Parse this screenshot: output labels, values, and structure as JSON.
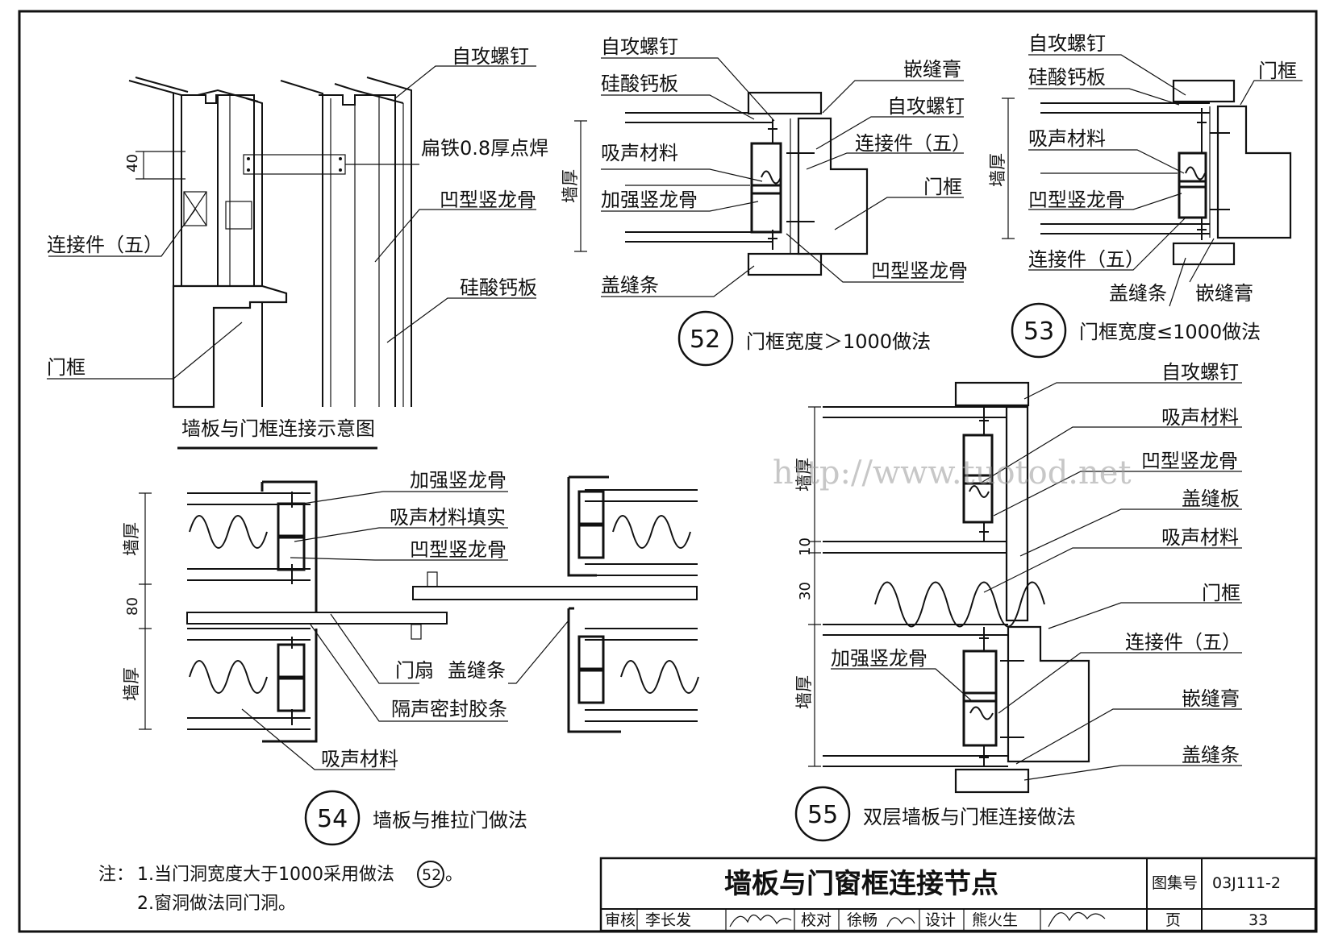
{
  "schematic": {
    "labels": {
      "screw": "自攻螺钉",
      "flat_iron": "扁铁0.8厚点焊",
      "c_stud": "凹型竖龙骨",
      "connector": "连接件（五）",
      "board": "硅酸钙板",
      "frame": "门框"
    },
    "dim_40": "40",
    "caption": "墙板与门框连接示意图"
  },
  "detail52": {
    "labels": {
      "screw_a": "自攻螺钉",
      "board": "硅酸钙板",
      "sealant": "嵌缝膏",
      "screw_b": "自攻螺钉",
      "absorb": "吸声材料",
      "connector": "连接件（五）",
      "reinforce": "加强竖龙骨",
      "frame": "门框",
      "wall_thk": "墙厚",
      "c_stud": "凹型竖龙骨",
      "cover": "盖缝条"
    },
    "number": "52",
    "caption": "门框宽度＞1000做法"
  },
  "detail53": {
    "labels": {
      "screw": "自攻螺钉",
      "board": "硅酸钙板",
      "frame": "门框",
      "absorb": "吸声材料",
      "wall_thk": "墙厚",
      "c_stud": "凹型竖龙骨",
      "connector": "连接件（五）",
      "cover": "盖缝条",
      "sealant": "嵌缝膏"
    },
    "number": "53",
    "caption": "门框宽度≤1000做法"
  },
  "detail54": {
    "labels": {
      "reinforce": "加强竖龙骨",
      "absorb_fill": "吸声材料填实",
      "c_stud": "凹型竖龙骨",
      "door_leaf": "门扇",
      "cover": "盖缝条",
      "seal_strip": "隔声密封胶条",
      "absorb": "吸声材料",
      "wall_thk_top": "墙厚",
      "wall_thk_bot": "墙厚",
      "dim_80": "80"
    },
    "number": "54",
    "caption": "墙板与推拉门做法"
  },
  "detail55": {
    "labels": {
      "screw": "自攻螺钉",
      "absorb_a": "吸声材料",
      "c_stud": "凹型竖龙骨",
      "cover_board": "盖缝板",
      "absorb_b": "吸声材料",
      "frame": "门框",
      "reinforce": "加强竖龙骨",
      "connector": "连接件（五）",
      "sealant": "嵌缝膏",
      "cover": "盖缝条",
      "wall_thk_top": "墙厚",
      "wall_thk_bot": "墙厚",
      "dim_10": "10",
      "dim_30": "30"
    },
    "number": "55",
    "caption": "双层墙板与门框连接做法"
  },
  "notes": {
    "prefix": "注：",
    "line1": "1.当门洞宽度大于1000采用做法",
    "line1_ref": "52",
    "line1_end": "。",
    "line2": "2.窗洞做法同门洞。"
  },
  "watermark": "http://www.tuotod.net",
  "title_block": {
    "title": "墙板与门窗框连接节点",
    "atlas_label": "图集号",
    "atlas_no": "03J111-2",
    "review_label": "审核",
    "reviewer": "李长发",
    "check_label": "校对",
    "checker": "徐畅",
    "design_label": "设计",
    "designer": "熊火生",
    "page_label": "页",
    "page_no": "33"
  }
}
